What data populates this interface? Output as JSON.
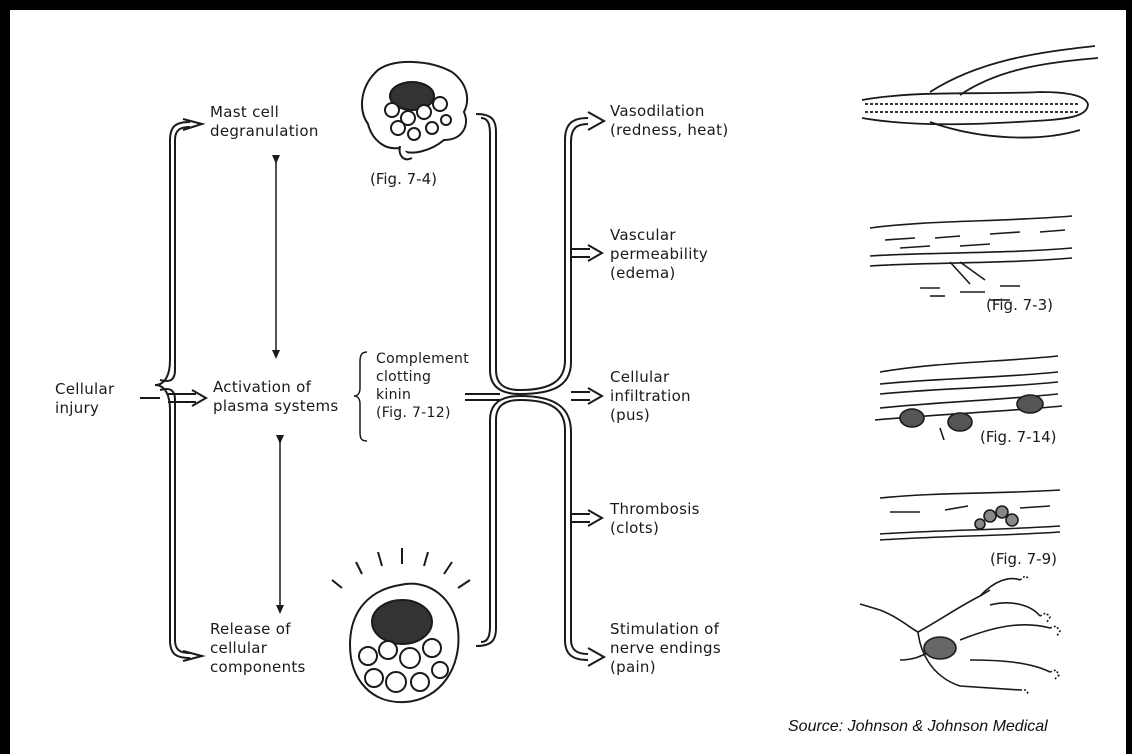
{
  "diagram": {
    "start": {
      "label": "Cellular\ninjury"
    },
    "mediators": [
      {
        "label": "Mast cell\ndegranulation",
        "figure": "(Fig. 7-4)"
      },
      {
        "label": "Activation of\nplasma systems",
        "systems": "Complement\nclotting\nkinin\n(Fig. 7-12)"
      },
      {
        "label": "Release of\ncellular\ncomponents"
      }
    ],
    "outcomes": [
      {
        "label": "Vasodilation\n(redness, heat)"
      },
      {
        "label": "Vascular\npermeability\n(edema)",
        "figure": "(Fig. 7-3)"
      },
      {
        "label": "Cellular\ninfiltration\n(pus)",
        "figure": "(Fig. 7-14)"
      },
      {
        "label": "Thrombosis\n(clots)",
        "figure": "(Fig. 7-9)"
      },
      {
        "label": "Stimulation of\nnerve endings\n(pain)"
      }
    ],
    "source": "Source:  Johnson & Johnson Medical"
  },
  "colors": {
    "ink": "#1a1a1a",
    "border": "#000000",
    "background": "#ffffff"
  }
}
